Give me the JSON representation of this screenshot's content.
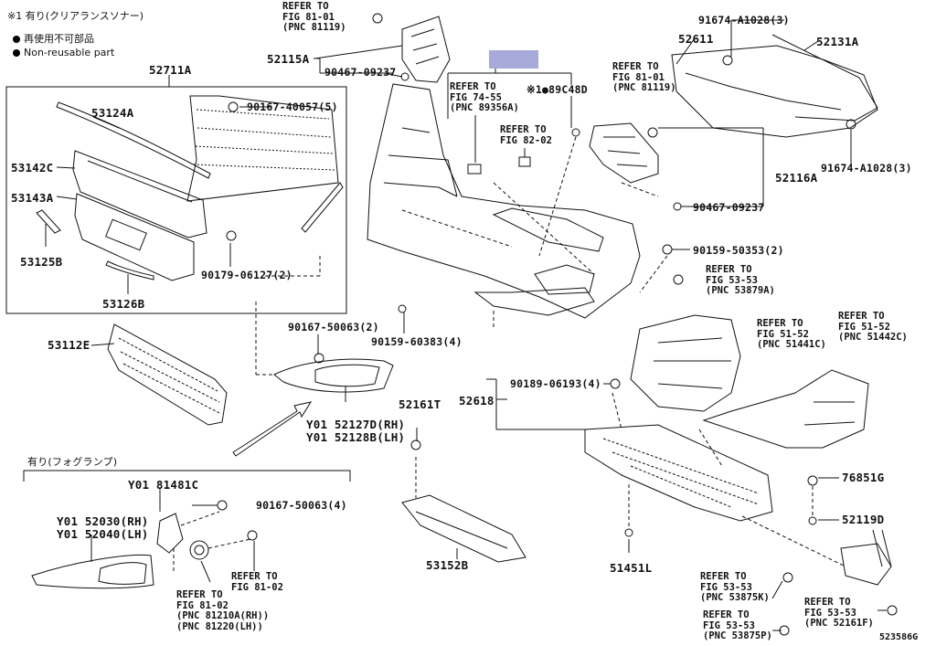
{
  "notes": {
    "line1": "※1 有り(クリアランスソナー)",
    "line2": "再使用不可部品",
    "line3": "Non-reusable part"
  },
  "labels": {
    "p52711A": "52711A",
    "p53124A": "53124A",
    "p53142C": "53142C",
    "p53143A": "53143A",
    "p53125B": "53125B",
    "p53126B": "53126B",
    "p90167_40057": "90167-40057(5)",
    "p90179_06127": "90179-06127(2)",
    "p52115A": "52115A",
    "p90467_09237a": "90467-09237",
    "p89C48D": "※1●89C48D",
    "p52611": "52611",
    "p52131A": "52131A",
    "p91674_top": "91674-A1028(3)",
    "p91674_bot": "91674-A1028(3)",
    "p52116A": "52116A",
    "p90467_09237b": "90467-09237",
    "p90159_50353": "90159-50353(2)",
    "p90159_60383": "90159-60383(4)",
    "p53112E": "53112E",
    "p90167_50063a": "90167-50063(2)",
    "p52127D": "Y01 52127D(RH)",
    "p52128B": "Y01 52128B(LH)",
    "p52161T": "52161T",
    "p52618": "52618",
    "p90189_06193": "90189-06193(4)",
    "p76851G": "76851G",
    "p52119D": "52119D",
    "p53152B": "53152B",
    "p51451L": "51451L",
    "fog_header": "有り(フォグランプ)",
    "p81481C": "Y01 81481C",
    "p90167_50063b": "90167-50063(4)",
    "p52030": "Y01 52030(RH)",
    "p52040": "Y01 52040(LH)",
    "code": "523586G"
  },
  "refs": {
    "r1": "REFER TO\nFIG 81-01\n(PNC 81119)",
    "r2": "REFER TO\nFIG 74-55\n(PNC 89356A)",
    "r3": "REFER TO\nFIG 82-02",
    "r4": "REFER TO\nFIG 81-01\n(PNC 81119)",
    "r5": "REFER TO\nFIG 53-53\n(PNC 53879A)",
    "r6": "REFER TO\nFIG 51-52\n(PNC 51441C)",
    "r7": "REFER TO\nFIG 51-52\n(PNC 51442C)",
    "r8": "REFER TO\nFIG 81-02\n(PNC 81210A(RH))\n(PNC 81220(LH))",
    "r9": "REFER TO\nFIG 81-02",
    "r10": "REFER TO\nFIG 53-53\n(PNC 53875K)",
    "r11": "REFER TO\nFIG 53-53\n(PNC 53875P)",
    "r12": "REFER TO\nFIG 53-53\n(PNC 52161F)"
  }
}
